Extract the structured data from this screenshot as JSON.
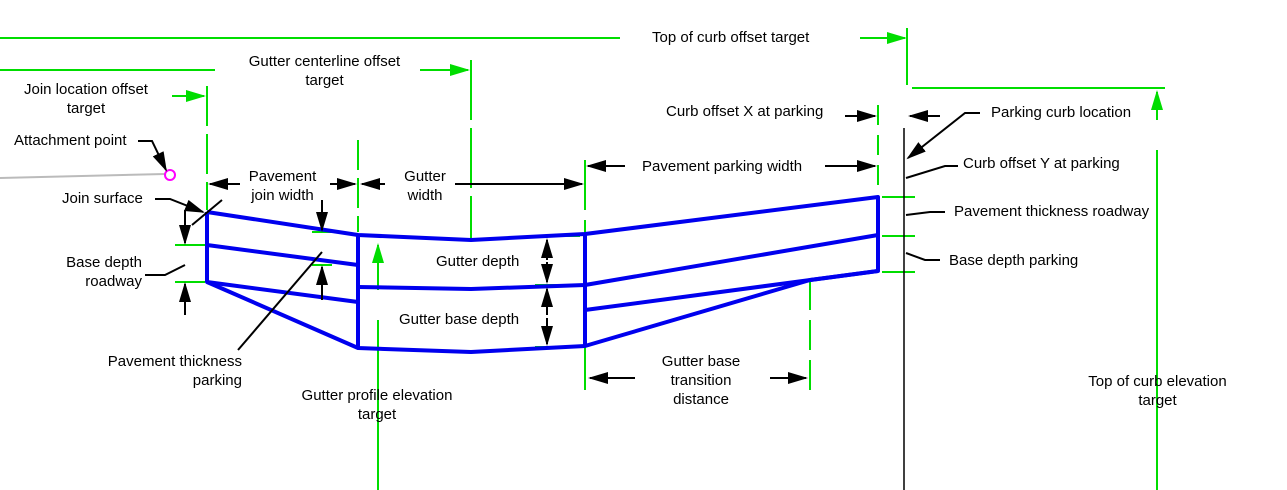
{
  "colors": {
    "profile": "#0000ee",
    "guide": "#00dd00",
    "leader": "#000000",
    "attachment": "#ff00ff",
    "baseline": "#bbbbbb"
  },
  "labels": {
    "top_of_curb_offset": "Top of curb offset target",
    "gutter_centerline_offset": [
      "Gutter centerline offset",
      "target"
    ],
    "join_location_offset": [
      "Join location offset",
      "target"
    ],
    "attachment_point": "Attachment point",
    "join_surface": "Join surface",
    "base_depth_roadway": [
      "Base depth",
      "roadway"
    ],
    "pavement_join_width": [
      "Pavement",
      "join width"
    ],
    "gutter_width": [
      "Gutter",
      "width"
    ],
    "gutter_depth": "Gutter depth",
    "gutter_base_depth": "Gutter base depth",
    "pavement_thickness_parking": [
      "Pavement thickness",
      "parking"
    ],
    "gutter_profile_elevation": [
      "Gutter profile elevation",
      "target"
    ],
    "gutter_base_transition": [
      "Gutter base",
      "transition",
      "distance"
    ],
    "curb_offset_x": "Curb offset X at parking",
    "pavement_parking_width": "Pavement parking width",
    "parking_curb_location": "Parking curb location",
    "curb_offset_y": "Curb offset Y at parking",
    "pavement_thickness_roadway": "Pavement thickness roadway",
    "base_depth_parking": "Base depth parking",
    "top_of_curb_elevation": [
      "Top of curb elevation",
      "target"
    ]
  }
}
